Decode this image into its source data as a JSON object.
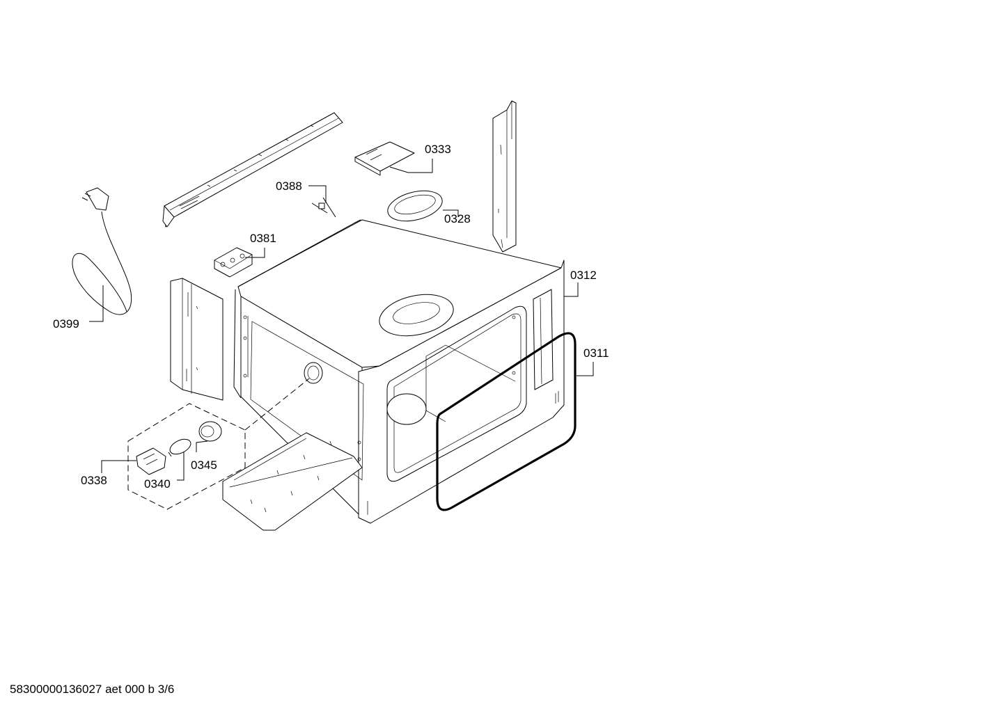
{
  "parts": {
    "p0399": "0399",
    "p0388": "0388",
    "p0333": "0333",
    "p0328": "0328",
    "p0381": "0381",
    "p0312": "0312",
    "p0311": "0311",
    "p0338": "0338",
    "p0340": "0340",
    "p0345": "0345"
  },
  "footer": {
    "document_code": "58300000136027 aet 000 b 3/6"
  },
  "colors": {
    "line": "#000000",
    "background": "#ffffff"
  }
}
